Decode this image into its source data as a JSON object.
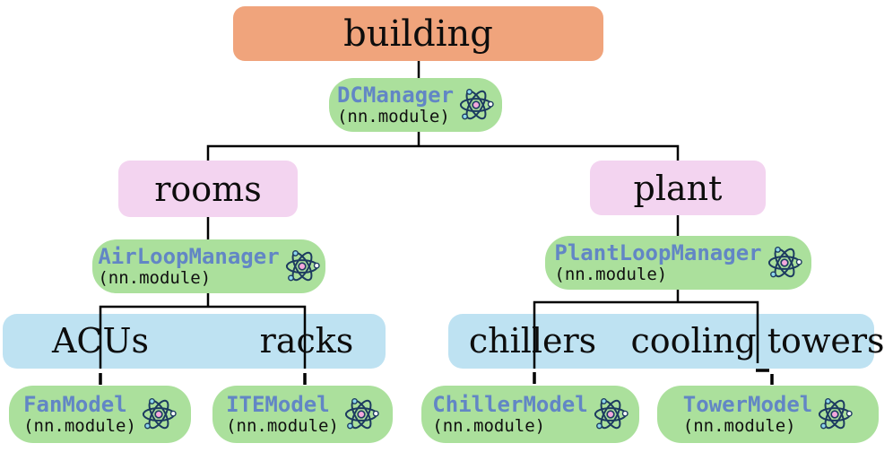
{
  "diagram": {
    "colors": {
      "orange": "#f0a47c",
      "pink": "#f3d4f0",
      "green": "#abe09c",
      "blue": "#bee2f2",
      "class_blue": "#6286c5",
      "line": "#000000",
      "atom_stroke": "#1d3b60",
      "atom_nucleus": "#f4a8dd",
      "atom_electron_cyan": "#8ed8ec",
      "atom_electron_white": "#ffffff"
    },
    "icons": {
      "atom": "atom-icon"
    },
    "building": {
      "label": "building"
    },
    "dcmanager": {
      "class_name": "DCManager",
      "module": "(nn.module)"
    },
    "rooms": {
      "label": "rooms"
    },
    "plant": {
      "label": "plant"
    },
    "airloopmanager": {
      "class_name": "AirLoopManager",
      "module": "(nn.module)"
    },
    "plantloopmanager": {
      "class_name": "PlantLoopManager",
      "module": "(nn.module)"
    },
    "air_group": {
      "items": [
        "ACUs",
        "racks"
      ]
    },
    "plant_group": {
      "items": [
        "chillers",
        "cooling towers"
      ]
    },
    "fanmodel": {
      "class_name": "FanModel",
      "module": "(nn.module)"
    },
    "itemodel": {
      "class_name": "ITEModel",
      "module": "(nn.module)"
    },
    "chillermodel": {
      "class_name": "ChillerModel",
      "module": "(nn.module)"
    },
    "towermodel": {
      "class_name": "TowerModel",
      "module": "(nn.module)"
    }
  }
}
